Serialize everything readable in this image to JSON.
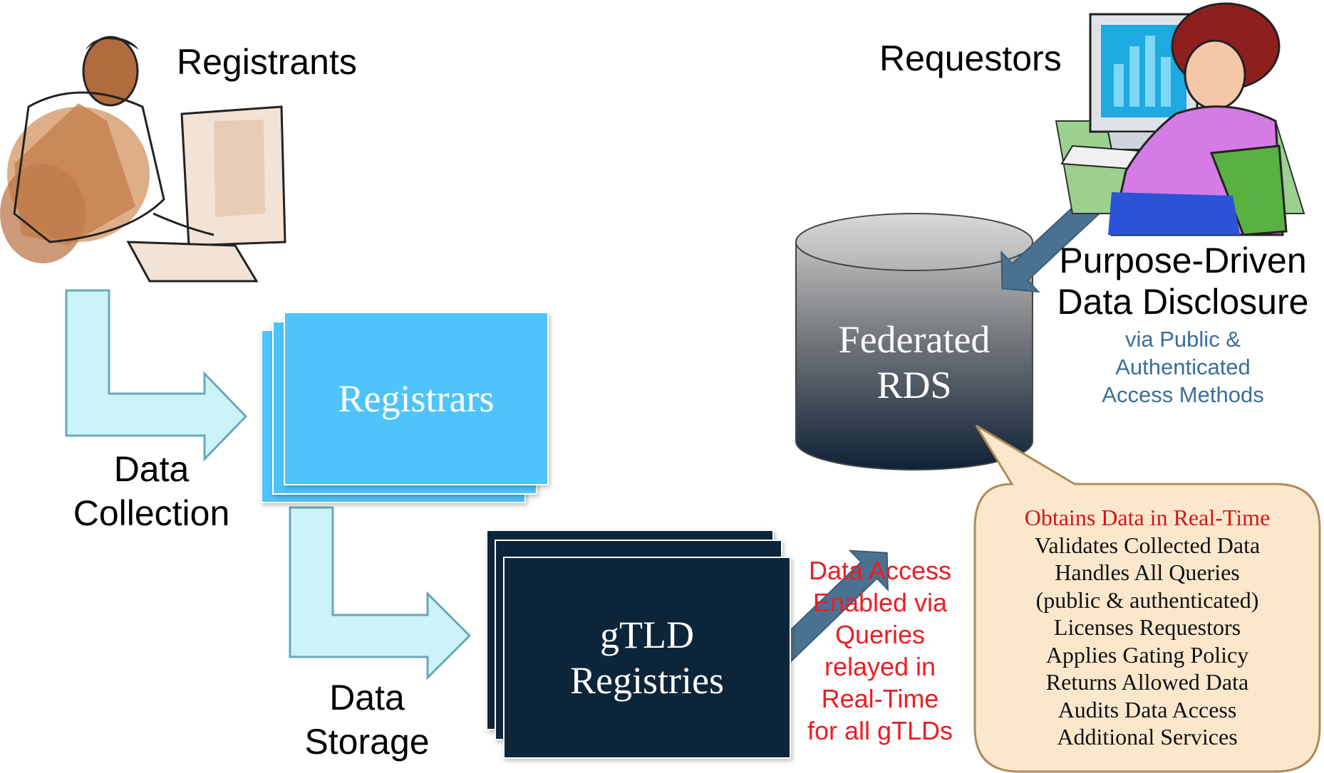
{
  "registrants": {
    "label": "Registrants"
  },
  "requestors": {
    "label": "Requestors"
  },
  "collection": {
    "label_line1": "Data",
    "label_line2": "Collection"
  },
  "storage": {
    "label_line1": "Data",
    "label_line2": "Storage"
  },
  "registrars": {
    "label": "Registrars"
  },
  "registries": {
    "label_line1": "gTLD",
    "label_line2": "Registries"
  },
  "rds": {
    "label_line1": "Federated",
    "label_line2": "RDS"
  },
  "disclosure": {
    "title_line1": "Purpose-Driven",
    "title_line2": "Data Disclosure",
    "sub_line1": "via Public &",
    "sub_line2": "Authenticated",
    "sub_line3": "Access Methods"
  },
  "access_note": {
    "lines": [
      "Data Access",
      "Enabled via",
      "Queries",
      "relayed in",
      "Real-Time",
      "for all gTLDs"
    ]
  },
  "rds_functions": {
    "lines": [
      "Obtains Data in Real-Time",
      "Validates Collected Data",
      "Handles All Queries",
      "(public & authenticated)",
      "Licenses Requestors",
      "Applies Gating Policy",
      "Returns Allowed Data",
      "Audits Data Access",
      "Additional Services"
    ]
  },
  "colors": {
    "flow_arrow_fill": "#ccf3f7",
    "flow_arrow_stroke": "#6aa8b8",
    "registrars_card": "#4fc3fb",
    "registries_card": "#0d2539",
    "double_arrow": "#4a7290",
    "red_text": "#ee1c24",
    "blue_text": "#3b6e99",
    "bubble_fill": "#fbe8cc"
  },
  "icons": {
    "registrant": "man-at-computer-clipart",
    "requestor": "woman-at-computer-clipart",
    "database": "database-cylinder-icon"
  }
}
